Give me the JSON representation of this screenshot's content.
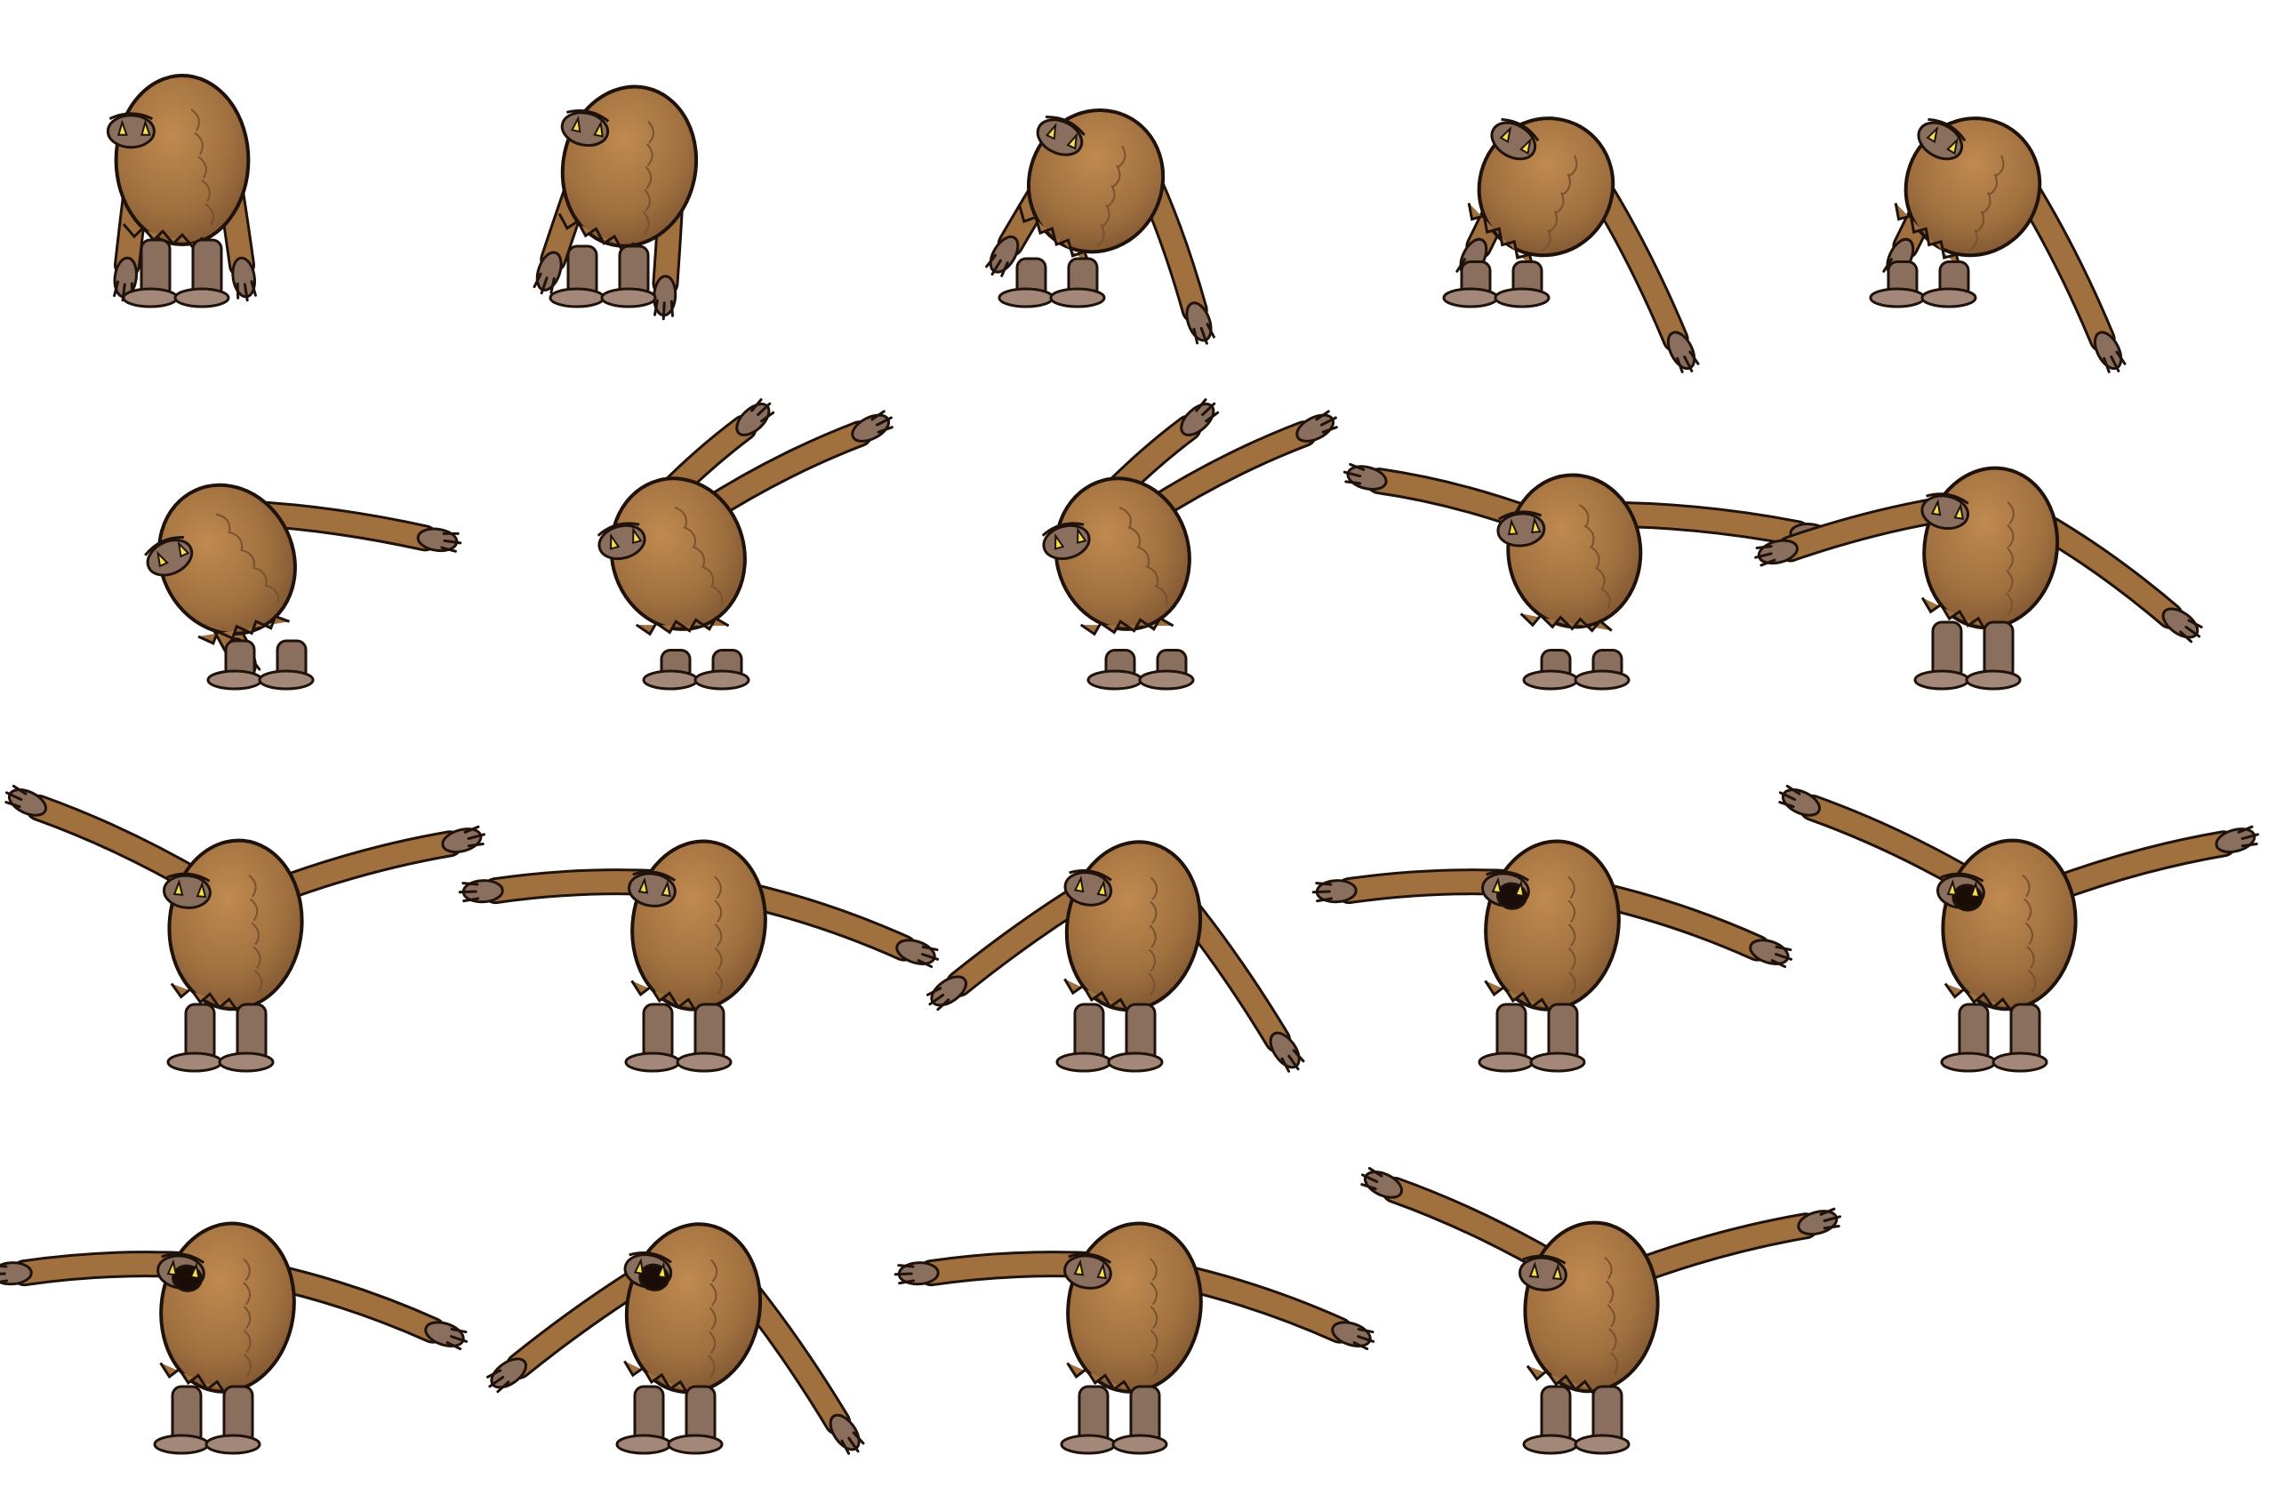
{
  "sprite_sheet": {
    "background": "#ffffff",
    "colors": {
      "fur": "#a0703f",
      "fur_light": "#c08a50",
      "fur_dark": "#7a5230",
      "outline": "#1e120a",
      "skin": "#8a6f5e",
      "skin_light": "#a3887a",
      "fang": "#f2e04a",
      "mouth": "#1a0d08"
    },
    "rows": [
      {
        "frames": [
          {
            "pose": "stand",
            "facing": "left"
          },
          {
            "pose": "hunch",
            "facing": "left"
          },
          {
            "pose": "crouch",
            "facing": "left"
          },
          {
            "pose": "crouch-arms-back",
            "facing": "left"
          },
          {
            "pose": "crouch-arms-back",
            "facing": "left"
          }
        ]
      },
      {
        "frames": [
          {
            "pose": "lean-up",
            "facing": "left"
          },
          {
            "pose": "leap-arms-up",
            "facing": "left"
          },
          {
            "pose": "leap-arms-up",
            "facing": "left"
          },
          {
            "pose": "leap-arms-spread",
            "facing": "left"
          },
          {
            "pose": "land-arms-out",
            "facing": "left"
          }
        ]
      },
      {
        "frames": [
          {
            "pose": "arms-raised",
            "facing": "left"
          },
          {
            "pose": "arms-out",
            "facing": "left"
          },
          {
            "pose": "arms-down",
            "facing": "left"
          },
          {
            "pose": "arms-out-roar",
            "facing": "left"
          },
          {
            "pose": "arms-raised-roar",
            "facing": "left"
          }
        ]
      },
      {
        "frames": [
          {
            "pose": "arms-out-roar",
            "facing": "left"
          },
          {
            "pose": "arms-down-roar",
            "facing": "left"
          },
          {
            "pose": "arms-out",
            "facing": "left"
          },
          {
            "pose": "arms-raised",
            "facing": "left"
          }
        ]
      }
    ]
  }
}
